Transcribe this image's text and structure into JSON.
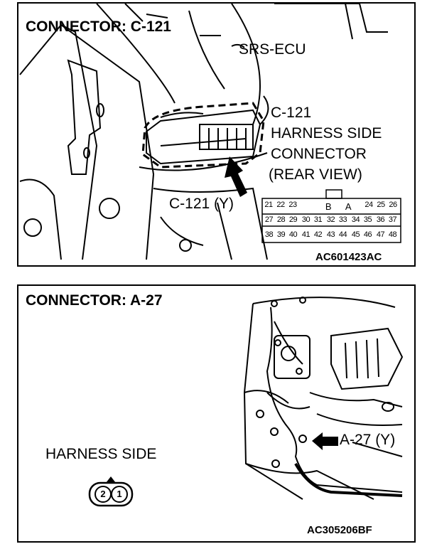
{
  "top_panel": {
    "title": "CONNECTOR: C-121",
    "ecu_label": "SRS-ECU",
    "connector_caption": [
      "C-121",
      "HARNESS SIDE",
      "CONNECTOR",
      "(REAR VIEW)"
    ],
    "connector_id": "C-121 (Y)",
    "section_labels": [
      "B",
      "A"
    ],
    "pin_rows": [
      [
        "21",
        "22",
        "23",
        "",
        "",
        "",
        "",
        "24",
        "25",
        "26"
      ],
      [
        "27",
        "28",
        "29",
        "30",
        "31",
        "32",
        "33",
        "34",
        "35",
        "36",
        "37"
      ],
      [
        "38",
        "39",
        "40",
        "41",
        "42",
        "43",
        "44",
        "45",
        "46",
        "47",
        "48"
      ]
    ],
    "figure_code": "AC601423AC"
  },
  "bottom_panel": {
    "title": "CONNECTOR: A-27",
    "harness_label": "HARNESS SIDE",
    "connector_pins": [
      "2",
      "1"
    ],
    "connector_id": "A-27 (Y)",
    "figure_code": "AC305206BF"
  }
}
